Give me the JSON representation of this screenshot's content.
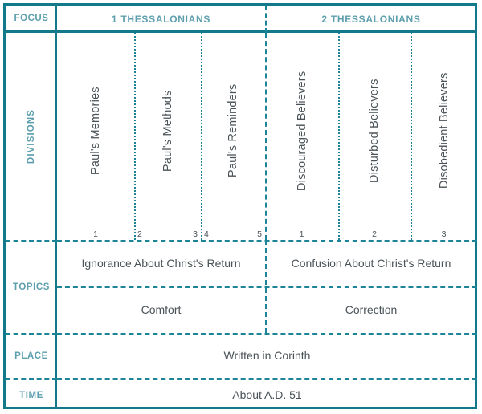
{
  "accent": {
    "border_teal": "#12798a",
    "label_teal": "#5e9fae",
    "dash_teal": "#1b8496",
    "text_ink": "#4a5358"
  },
  "rail": {
    "focus_label": "FOCUS",
    "divisions_label": "DIVISIONS",
    "topics_label": "TOPICS",
    "place_label": "PLACE",
    "time_label": "TIME"
  },
  "focus": {
    "left": "1 THESSALONIANS",
    "right": "2 THESSALONIANS"
  },
  "divisions": [
    {
      "label": "Paul's Memories",
      "chapters": [
        "1"
      ],
      "book": "1 Thessalonians"
    },
    {
      "label": "Paul's Methods",
      "chapters": [
        "2",
        "3"
      ],
      "book": "1 Thessalonians"
    },
    {
      "label": "Paul's Reminders",
      "chapters": [
        "4",
        "5"
      ],
      "book": "1 Thessalonians"
    },
    {
      "label": "Discouraged Believers",
      "chapters": [
        "1"
      ],
      "book": "2 Thessalonians"
    },
    {
      "label": "Disturbed Believers",
      "chapters": [
        "2"
      ],
      "book": "2 Thessalonians"
    },
    {
      "label": "Disobedient Believers",
      "chapters": [
        "3"
      ],
      "book": "2 Thessalonians"
    }
  ],
  "topics": {
    "row1_left": "Ignorance About Christ's Return",
    "row1_right": "Confusion About Christ's Return",
    "row2_left": "Comfort",
    "row2_right": "Correction"
  },
  "place": {
    "value": "Written in Corinth"
  },
  "time": {
    "value": "About A.D. 51"
  }
}
